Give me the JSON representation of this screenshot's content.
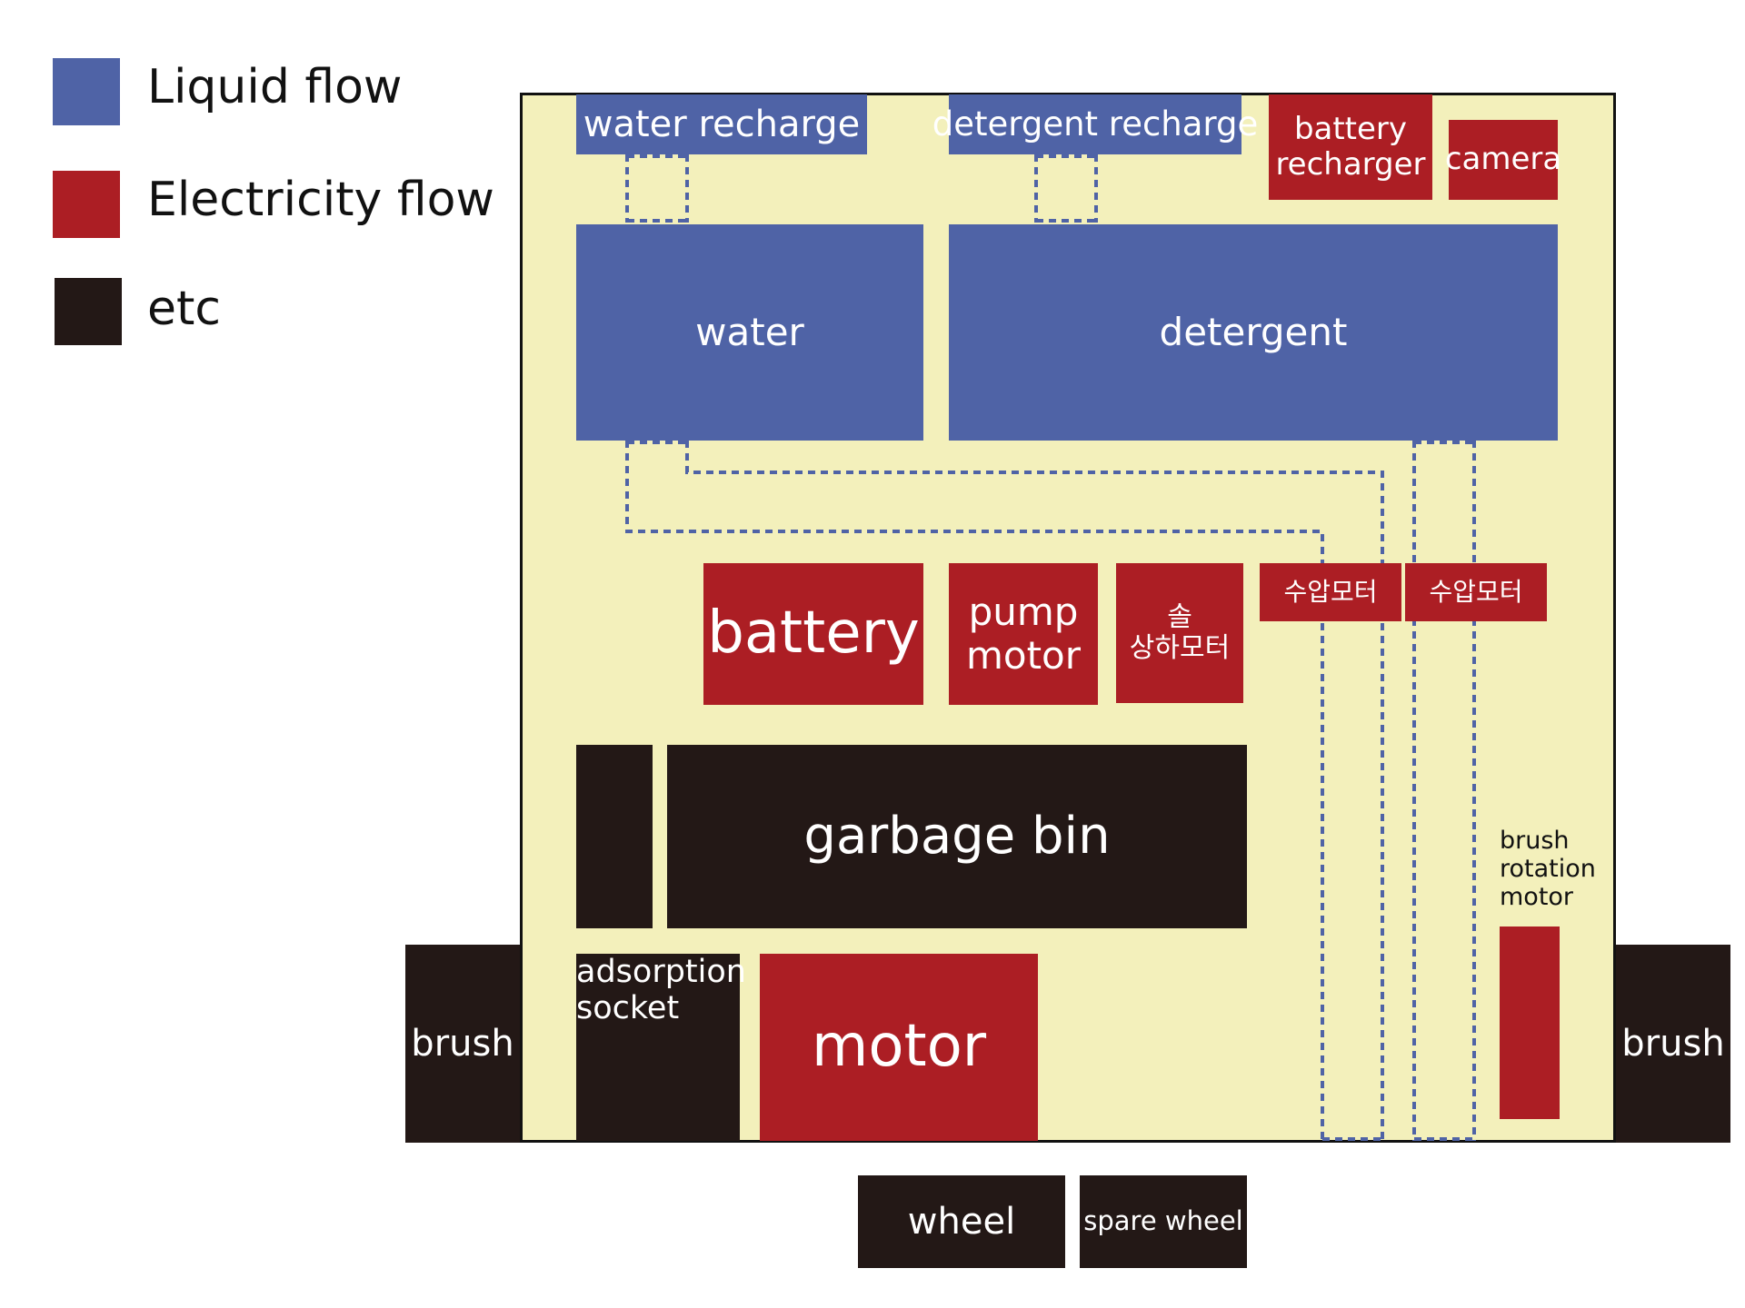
{
  "legend": [
    {
      "label": "Liquid flow",
      "color": "#4f63a6"
    },
    {
      "label": "Electricity flow",
      "color": "#ac1e24"
    },
    {
      "label": "etc",
      "color": "#231816"
    }
  ],
  "colors": {
    "liquid": "#4f63a6",
    "electricity": "#ac1e24",
    "etc": "#231816",
    "housing": "#f3f0bb"
  },
  "components": {
    "water_recharge": "water recharge",
    "detergent_recharge": "detergent recharge",
    "battery_recharger_line1": "battery",
    "battery_recharger_line2": "recharger",
    "camera": "camera",
    "water": "water",
    "detergent": "detergent",
    "battery": "battery",
    "pump_motor_line1": "pump",
    "pump_motor_line2": "motor",
    "sol_motor_line1": "솔",
    "sol_motor_line2": "상하모터",
    "pressure_motor_1": "수압모터",
    "pressure_motor_2": "수압모터",
    "garbage_bin": "garbage bin",
    "brush_rotation_line1": "brush",
    "brush_rotation_line2": "rotation",
    "brush_rotation_line3": "motor",
    "adsorption_line1": "adsorption",
    "adsorption_line2": "socket",
    "motor": "motor",
    "brush_left": "brush",
    "brush_right": "brush",
    "wheel": "wheel",
    "spare_wheel": "spare wheel"
  }
}
